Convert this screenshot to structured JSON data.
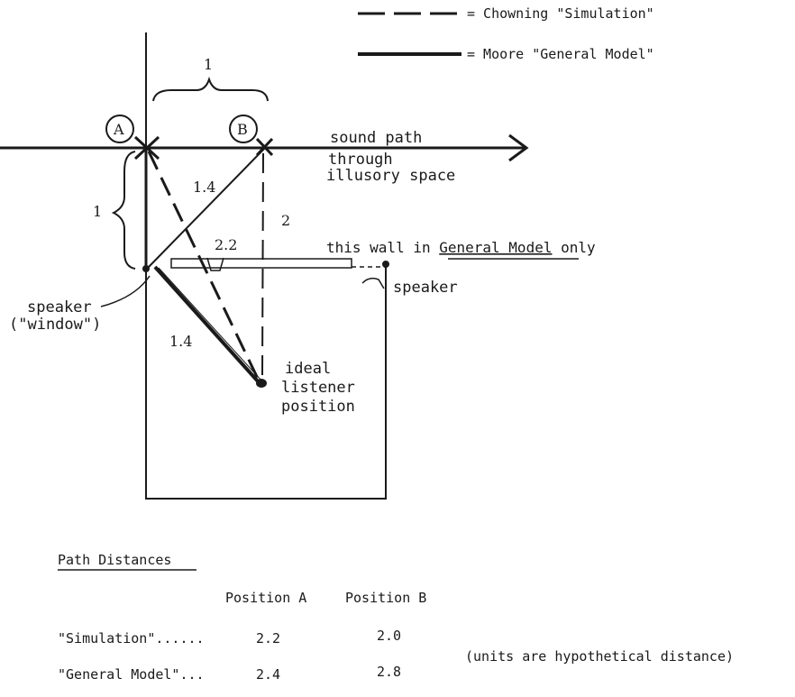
{
  "legend": {
    "dashed_label": "= Chowning \"Simulation\"",
    "solid_label": "= Moore \"General Model\""
  },
  "diagram": {
    "point_a": "A",
    "point_b": "B",
    "dim_ab": "1",
    "sound_path_line1": "sound path",
    "sound_path_line2": "through",
    "sound_path_line3": "illusory space",
    "dim_vertical": "1",
    "dist_b_solid": "1.4",
    "dist_b_dashed": "2",
    "dist_a_dashed": "2.2",
    "dist_listener_solid": "1.4",
    "wall_note_prefix": "this wall in ",
    "wall_note_model": "General Model",
    "wall_note_suffix": " only",
    "speaker_left_line1": "speaker",
    "speaker_left_line2": "(\"window\")",
    "speaker_right": "speaker",
    "listener_line1": "ideal",
    "listener_line2": "listener",
    "listener_line3": "position"
  },
  "path_distances": {
    "heading": "Path Distances",
    "col_a": "Position A",
    "col_b": "Position B",
    "rows": [
      {
        "label": "\"Simulation\"......",
        "a": "2.2",
        "b": "2.0"
      },
      {
        "label": "\"General Model\"...",
        "a": "2.4",
        "b": "2.8"
      }
    ],
    "units_note": "(units are hypothetical distance)"
  }
}
